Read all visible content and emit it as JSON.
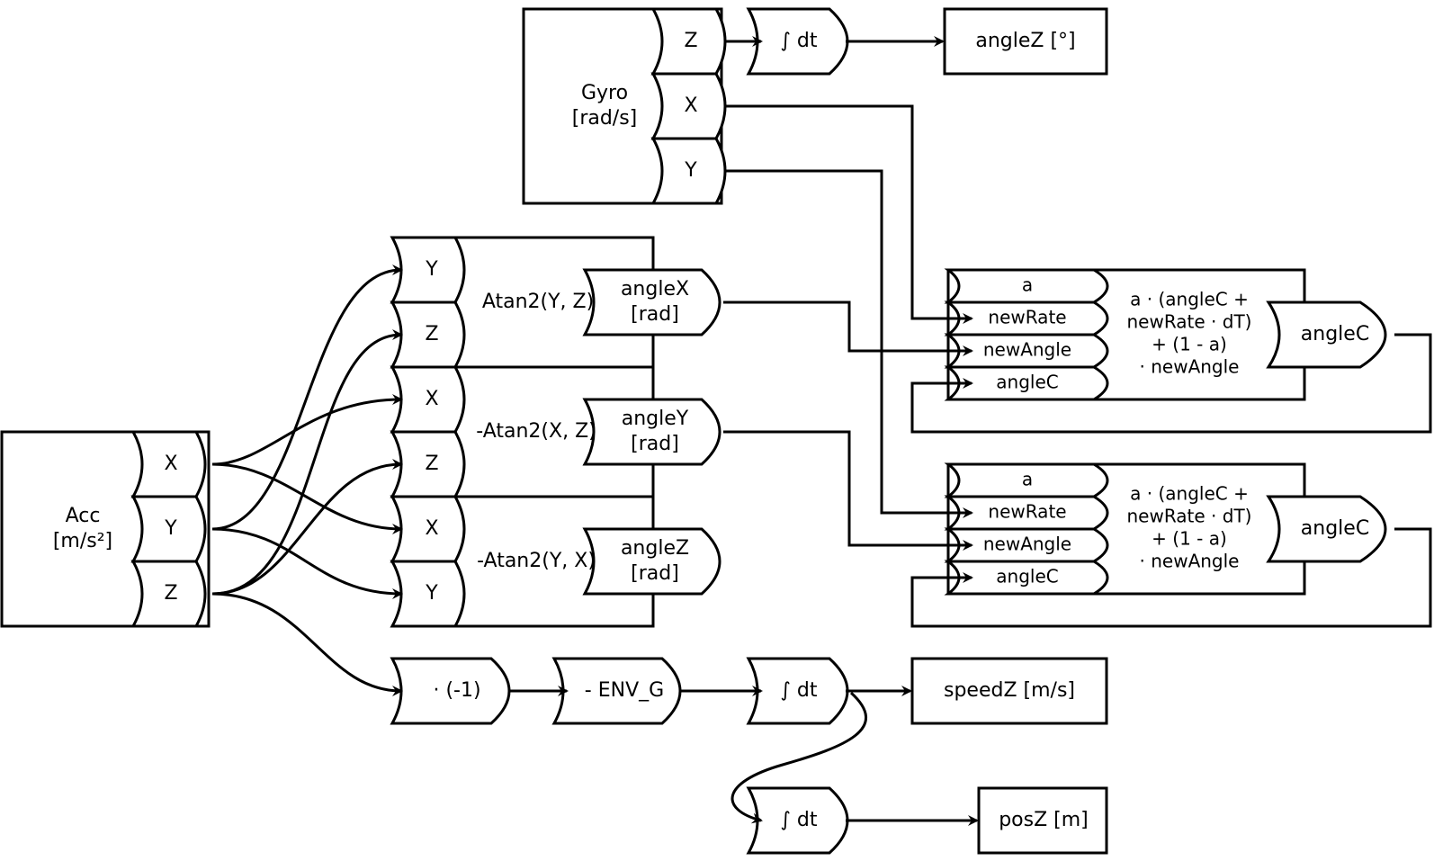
{
  "acc": {
    "title": "Acc",
    "unit": "[m/s²]",
    "ports": [
      "X",
      "Y",
      "Z"
    ]
  },
  "gyro": {
    "title": "Gyro",
    "unit": "[rad/s]",
    "ports": [
      "Z",
      "X",
      "Y"
    ]
  },
  "atan_blocks": [
    {
      "in1": "Y",
      "in2": "Z",
      "formula": "Atan2(Y, Z)",
      "out_name": "angleX",
      "out_unit": "[rad]"
    },
    {
      "in1": "X",
      "in2": "Z",
      "formula": "-Atan2(X, Z)",
      "out_name": "angleY",
      "out_unit": "[rad]"
    },
    {
      "in1": "X",
      "in2": "Y",
      "formula": "-Atan2(Y, X)",
      "out_name": "angleZ",
      "out_unit": "[rad]"
    }
  ],
  "filters": [
    {
      "inputs": [
        "a",
        "newRate",
        "newAngle",
        "angleC"
      ],
      "formula_lines": [
        "a · (angleC +",
        "newRate · dT)",
        "+ (1 - a)",
        "· newAngle"
      ],
      "output": "angleC"
    },
    {
      "inputs": [
        "a",
        "newRate",
        "newAngle",
        "angleC"
      ],
      "formula_lines": [
        "a · (angleC +",
        "newRate · dT)",
        "+ (1 - a)",
        "· newAngle"
      ],
      "output": "angleC"
    }
  ],
  "gyro_chain": {
    "integrator": "∫ dt",
    "output": "angleZ [°]"
  },
  "z_chain": {
    "negate": "· (-1)",
    "subtract_g": "- ENV_G",
    "integrator1": "∫ dt",
    "speed_out": "speedZ [m/s]",
    "integrator2": "∫ dt",
    "pos_out": "posZ [m]"
  }
}
